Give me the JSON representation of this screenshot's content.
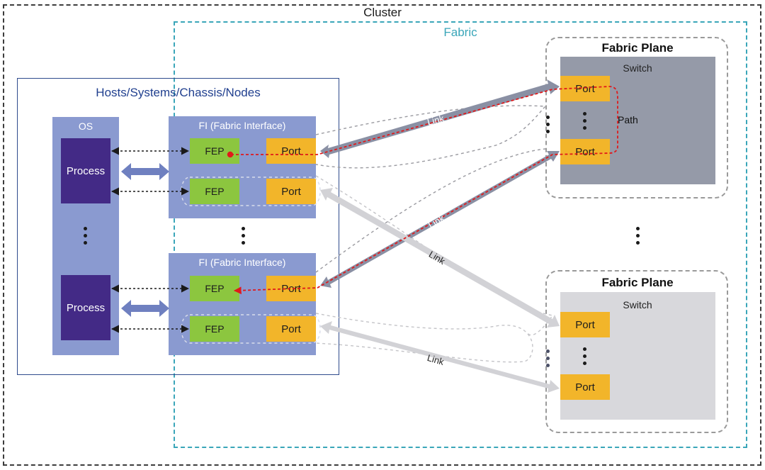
{
  "cluster": {
    "title": "Cluster"
  },
  "fabric": {
    "title": "Fabric"
  },
  "hosts": {
    "title": "Hosts/Systems/Chassis/Nodes"
  },
  "os": {
    "title": "OS",
    "processes": [
      {
        "label": "Process"
      },
      {
        "label": "Process"
      }
    ]
  },
  "fabric_interfaces": [
    {
      "title": "FI (Fabric Interface)",
      "rows": [
        {
          "fep": "FEP",
          "port": "Port"
        },
        {
          "fep": "FEP",
          "port": "Port"
        }
      ]
    },
    {
      "title": "FI (Fabric Interface)",
      "rows": [
        {
          "fep": "FEP",
          "port": "Port"
        },
        {
          "fep": "FEP",
          "port": "Port"
        }
      ]
    }
  ],
  "fabric_planes": [
    {
      "title": "Fabric Plane",
      "switch_title": "Switch",
      "ports": [
        "Port",
        "Port"
      ],
      "path_label": "Path",
      "shade": "dark"
    },
    {
      "title": "Fabric Plane",
      "switch_title": "Switch",
      "ports": [
        "Port",
        "Port"
      ],
      "shade": "light"
    }
  ],
  "links": [
    {
      "label": "Link"
    },
    {
      "label": "Link"
    },
    {
      "label": "Link"
    },
    {
      "label": "Link"
    }
  ],
  "colors": {
    "fabric_border": "#3aa6b9",
    "hosts_border": "#2e4a8c",
    "os_fi_fill": "#8a9ad0",
    "process_fill": "#432a86",
    "fep_fill": "#8cc63f",
    "port_fill": "#f2b52a",
    "path_line": "#e0191b",
    "dark_link": "#8a90a4",
    "light_link": "#d2d2d6",
    "double_arrow": "#6f80c0"
  }
}
